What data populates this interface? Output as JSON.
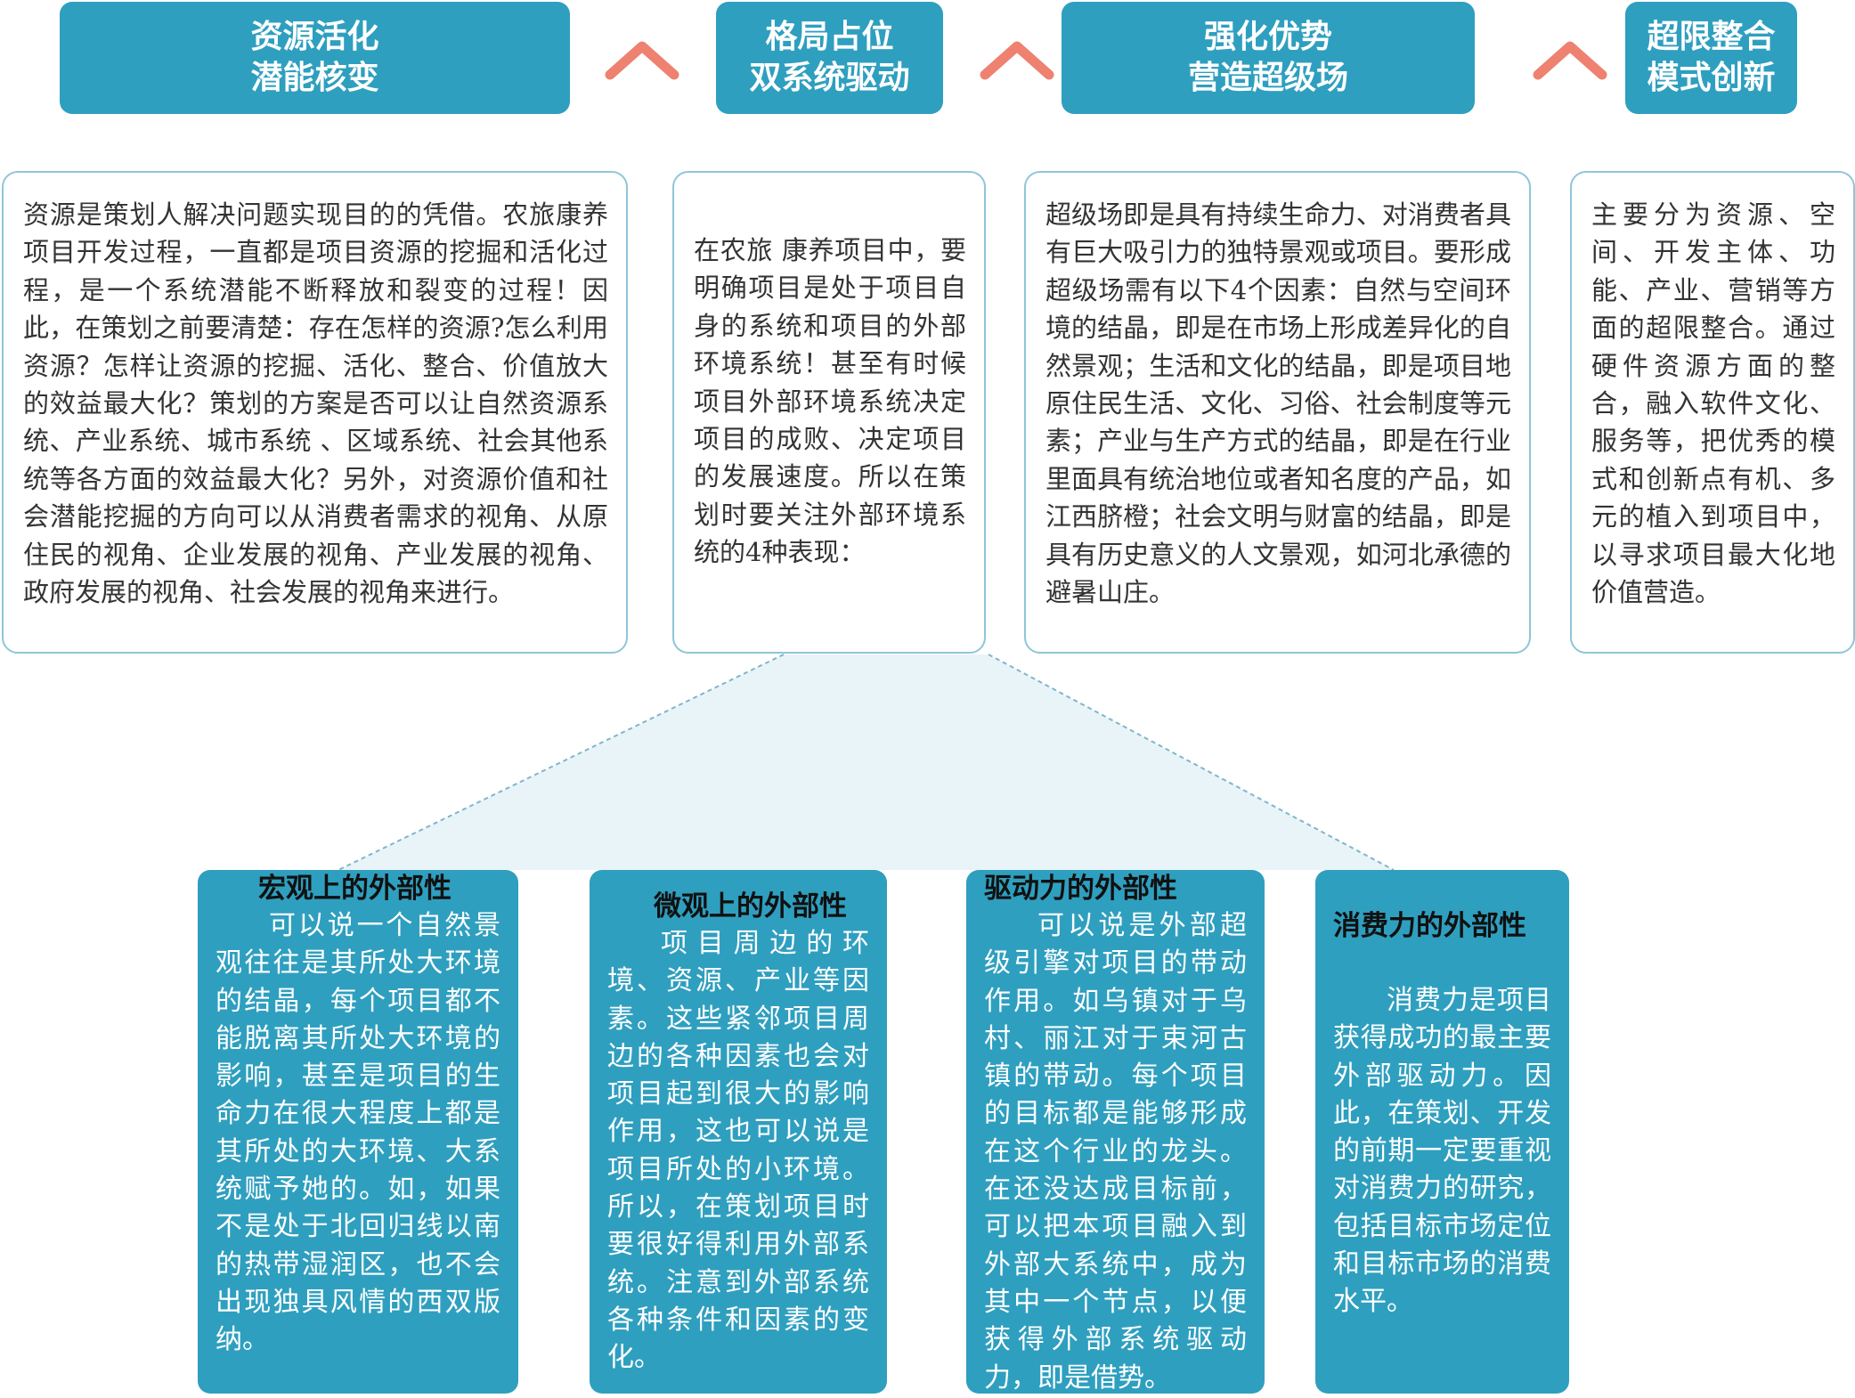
{
  "headers": [
    {
      "text": "资源活化\n潜能核变"
    },
    {
      "text": "格局占位\n双系统驱动"
    },
    {
      "text": "强化优势\n营造超级场"
    },
    {
      "text": "超限整合\n模式创新"
    }
  ],
  "top_texts": [
    "资源是策划人解决问题实现目的的凭借。农旅康养项目开发过程，一直都是项目资源的挖掘和活化过程，是一个系统潜能不断释放和裂变的过程！因此，在策划之前要清楚：存在怎样的资源?怎么利用资源？怎样让资源的挖掘、活化、整合、价值放大的效益最大化？策划的方案是否可以让自然资源系统、产业系统、城市系统 、区域系统、社会其他系统等各方面的效益最大化？另外，对资源价值和社会潜能挖掘的方向可以从消费者需求的视角、从原住民的视角、企业发展的视角、产业发展的视角、政府发展的视角、社会发展的视角来进行。",
    "在农旅 康养项目中，要明确项目是处于项目自身的系统和项目的外部环境系统！甚至有时候项目外部环境系统决定项目的成败、决定项目的发展速度。所以在策划时要关注外部环境系统的4种表现：",
    "超级场即是具有持续生命力、对消费者具有巨大吸引力的独特景观或项目。要形成超级场需有以下4个因素：自然与空间环境的结晶，即是在市场上形成差异化的自然景观；生活和文化的结晶，即是项目地原住民生活、文化、习俗、社会制度等元素；产业与生产方式的结晶，即是在行业里面具有统治地位或者知名度的产品，如江西脐橙；社会文明与财富的结晶，即是具有历史意义的人文景观，如河北承德的避暑山庄。",
    "主要分为资源、空间、开发主体、功能、产业、营销等方面的超限整合。通过硬件资源方面的整合，融入软件文化、服务等，把优秀的模式和创新点有机、多元的植入到项目中，以寻求项目最大化地价值营造。"
  ],
  "bottom_boxes": [
    {
      "title": "宏观上的外部性",
      "text": "可以说一个自然景观往往是其所处大环境的结晶，每个项目都不能脱离其所处大环境的影响，甚至是项目的生命力在很大程度上都是其所处的大环境、大系统赋予她的。如，如果不是处于北回归线以南的热带湿润区，也不会出现独具风情的西双版纳。"
    },
    {
      "title": "微观上的外部性",
      "text": "项目周边的环境、资源、产业等因素。这些紧邻项目周边的各种因素也会对项目起到很大的影响作用，这也可以说是项目所处的小环境。所以，在策划项目时要很好得利用外部系统。注意到外部系统各种条件和因素的变化。"
    },
    {
      "title": "驱动力的外部性",
      "text": "可以说是外部超级引擎对项目的带动作用。如乌镇对于乌村、丽江对于束河古镇的带动。每个项目的目标都是能够形成在这个行业的龙头。在还没达成目标前，可以把本项目融入到外部大系统中，成为其中一个节点，以便获得外部系统驱动力，即是借势。"
    },
    {
      "title": "消费力的外部性",
      "text": "消费力是项目获得成功的最主要外部驱动力。因此，在策划、开发的前期一定要重视对消费力的研究，包括目标市场定位和目标市场的消费水平。"
    }
  ],
  "colors": {
    "header_fill": "#2f9fbf",
    "box_border": "#8fc6d8",
    "chevron": "#ee8170",
    "connector_fill": "#e9f4f8",
    "bottom_title": "#111111"
  }
}
